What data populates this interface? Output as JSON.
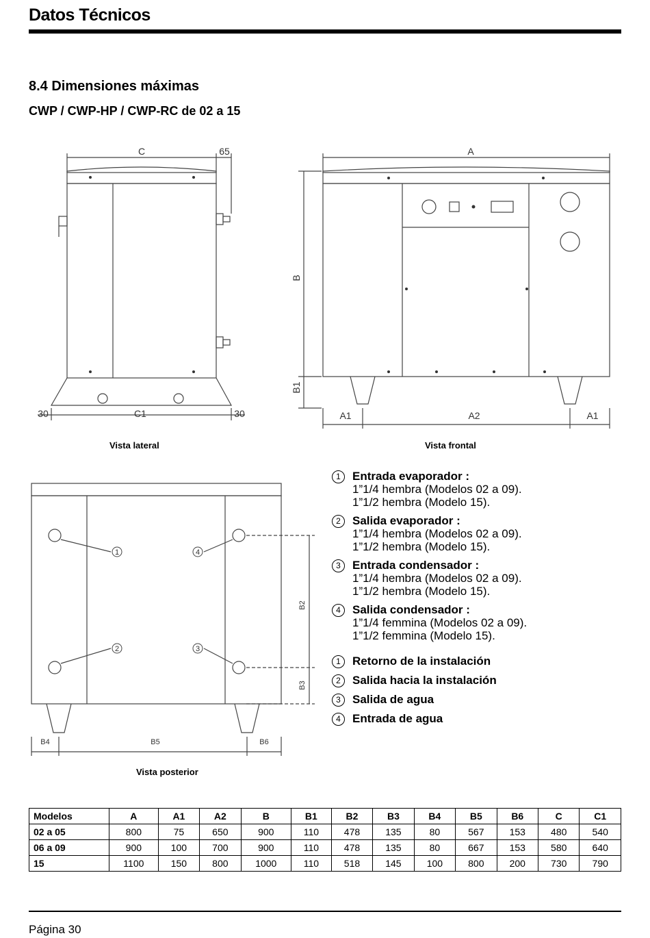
{
  "header": {
    "title": "Datos Técnicos"
  },
  "section": {
    "title": "8.4  Dimensiones máximas",
    "subtitle": "CWP / CWP-HP / CWP-RC de 02 a 15"
  },
  "drawing_labels": {
    "C": "C",
    "d65": "65",
    "A": "A",
    "B": "B",
    "B1": "B1",
    "C1": "C1",
    "d30": "30",
    "A1": "A1",
    "A2": "A2",
    "B2": "B2",
    "B3": "B3",
    "B4": "B4",
    "B5": "B5",
    "B6": "B6",
    "n1": "1",
    "n2": "2",
    "n3": "3",
    "n4": "4"
  },
  "captions": {
    "lateral": "Vista lateral",
    "frontal": "Vista frontal",
    "posterior": "Vista posterior"
  },
  "legend": {
    "connections": [
      {
        "num": "1",
        "title": "Entrada evaporador :",
        "line1": "1”1/4 hembra (Modelos 02 a 09).",
        "line2": "1”1/2 hembra (Modelo 15)."
      },
      {
        "num": "2",
        "title": "Salida evaporador :",
        "line1": "1”1/4 hembra (Modelos 02 a 09).",
        "line2": "1”1/2 hembra (Modelo 15)."
      },
      {
        "num": "3",
        "title": "Entrada condensador :",
        "line1": "1”1/4 hembra (Modelos 02 a 09).",
        "line2": "1”1/2 hembra (Modelo 15)."
      },
      {
        "num": "4",
        "title": "Salida condensador :",
        "line1": "1”1/4 femmina (Modelos 02 a 09).",
        "line2": "1”1/2 femmina (Modelo 15)."
      }
    ],
    "circuits": [
      {
        "num": "1",
        "title": "Retorno de la instalación"
      },
      {
        "num": "2",
        "title": "Salida hacia la instalación"
      },
      {
        "num": "3",
        "title": "Salida de agua"
      },
      {
        "num": "4",
        "title": "Entrada de agua"
      }
    ]
  },
  "table": {
    "headers": [
      "Modelos",
      "A",
      "A1",
      "A2",
      "B",
      "B1",
      "B2",
      "B3",
      "B4",
      "B5",
      "B6",
      "C",
      "C1"
    ],
    "rows": [
      [
        "02 a 05",
        "800",
        "75",
        "650",
        "900",
        "110",
        "478",
        "135",
        "80",
        "567",
        "153",
        "480",
        "540"
      ],
      [
        "06 a 09",
        "900",
        "100",
        "700",
        "900",
        "110",
        "478",
        "135",
        "80",
        "667",
        "153",
        "580",
        "640"
      ],
      [
        "15",
        "1100",
        "150",
        "800",
        "1000",
        "110",
        "518",
        "145",
        "100",
        "800",
        "200",
        "730",
        "790"
      ]
    ]
  },
  "footer": {
    "page": "Página 30"
  }
}
